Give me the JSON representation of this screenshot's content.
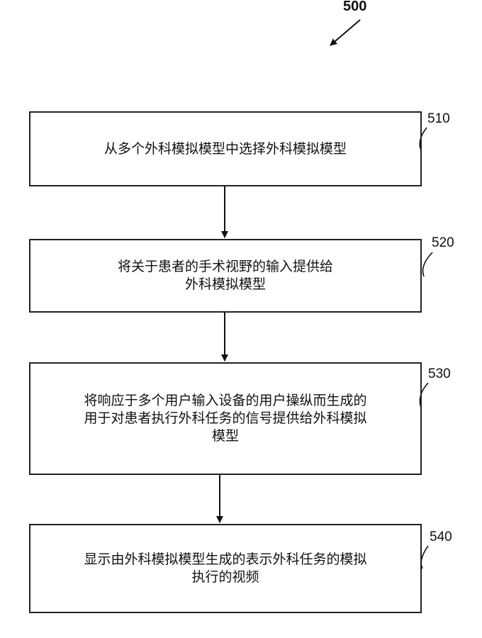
{
  "figure": {
    "number": "500"
  },
  "steps": [
    {
      "ref": "510",
      "lines": [
        "从多个外科模拟模型中选择外科模拟模型"
      ]
    },
    {
      "ref": "520",
      "lines": [
        "将关于患者的手术视野的输入提供给",
        "外科模拟模型"
      ]
    },
    {
      "ref": "530",
      "lines": [
        "将响应于多个用户输入设备的用户操纵而生成的",
        "用于对患者执行外科任务的信号提供给外科模拟",
        "模型"
      ]
    },
    {
      "ref": "540",
      "lines": [
        "显示由外科模拟模型生成的表示外科任务的模拟",
        "执行的视频"
      ]
    }
  ]
}
